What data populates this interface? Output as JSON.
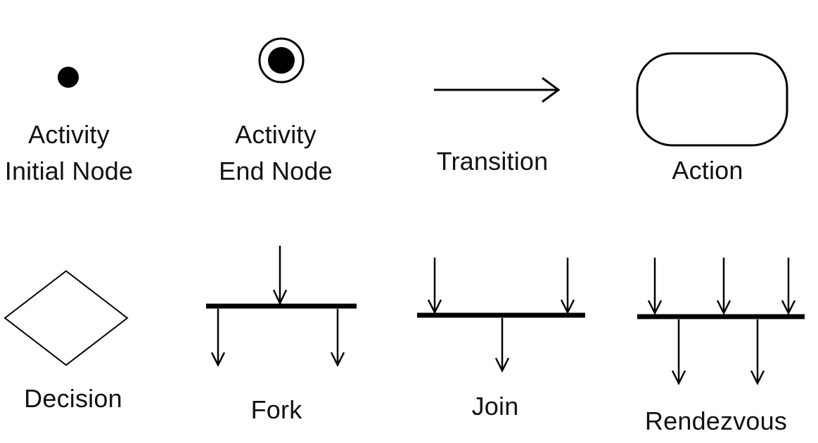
{
  "symbols": {
    "initial_node": {
      "line1": "Activity",
      "line2": "Initial Node",
      "icon": "filled-circle"
    },
    "end_node": {
      "line1": "Activity",
      "line2": "End Node",
      "icon": "bullseye-circle"
    },
    "transition": {
      "label": "Transition",
      "icon": "arrow-right"
    },
    "action": {
      "label": "Action",
      "icon": "rounded-rectangle"
    },
    "decision": {
      "label": "Decision",
      "icon": "diamond"
    },
    "fork": {
      "label": "Fork",
      "icon": "fork-bar"
    },
    "join": {
      "label": "Join",
      "icon": "join-bar"
    },
    "rendezvous": {
      "label": "Rendezvous",
      "icon": "rendezvous-bar"
    }
  },
  "colors": {
    "ink": "#000000",
    "background": "#ffffff"
  }
}
